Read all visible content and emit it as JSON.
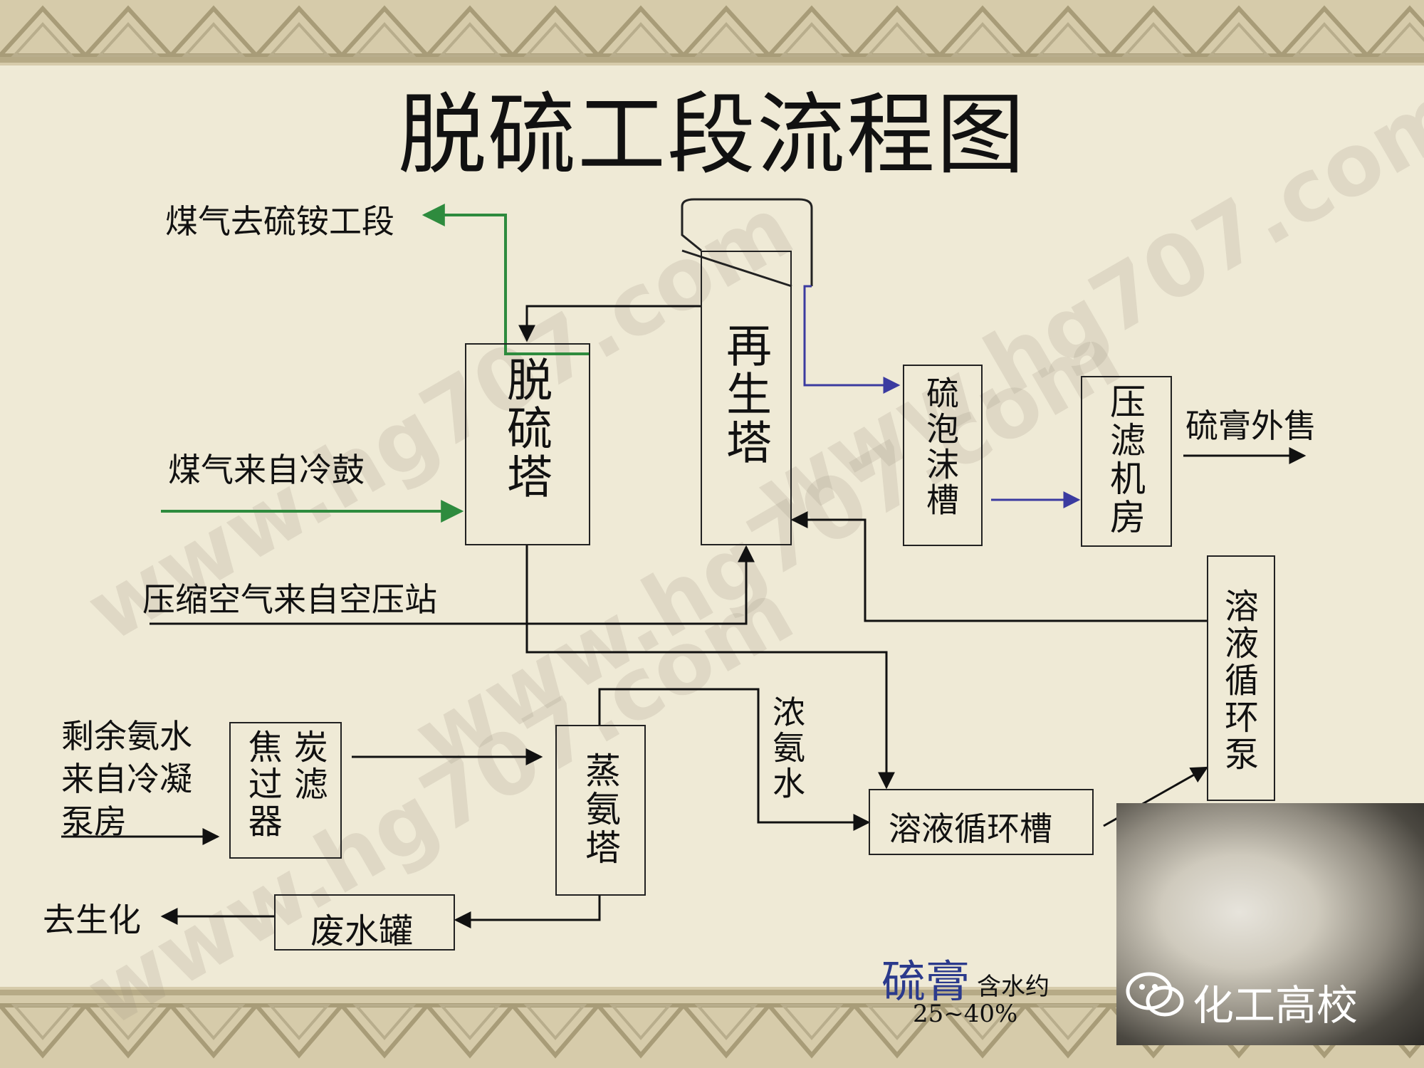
{
  "title": "脱硫工段流程图",
  "labels": {
    "gas_to_ammonium": "煤气去硫铵工段",
    "gas_from_cooler": "煤气来自冷鼓",
    "compressed_air": "压缩空气来自空压站",
    "residual_ammonia_1": "剩余氨水",
    "residual_ammonia_2": "来自冷凝",
    "residual_ammonia_3": "泵房",
    "to_biochem": "去生化",
    "gypsum_sale": "硫膏外售",
    "conc_ammonia": "浓氨水"
  },
  "boxes": {
    "desulfurization_tower": "脱硫塔",
    "regeneration_tower": "再生塔",
    "foam_tank": "硫泡沫槽",
    "filter_press": "压滤机房",
    "coke_filter_left": "焦过器",
    "coke_filter_right": "炭滤",
    "ammonia_still": "蒸氨塔",
    "wastewater_tank": "废水罐",
    "circulation_tank": "溶液循环槽",
    "circulation_pump": "溶液循环泵"
  },
  "caption": {
    "sulfur_paste": "硫膏",
    "water_content": "含水约",
    "water_range": "25~40%"
  },
  "watermark": "www.hg707.com",
  "logo": "化工高校",
  "colors": {
    "green_flow": "#2e8b3e",
    "blue_flow": "#3b3ba0",
    "black_flow": "#111111"
  }
}
